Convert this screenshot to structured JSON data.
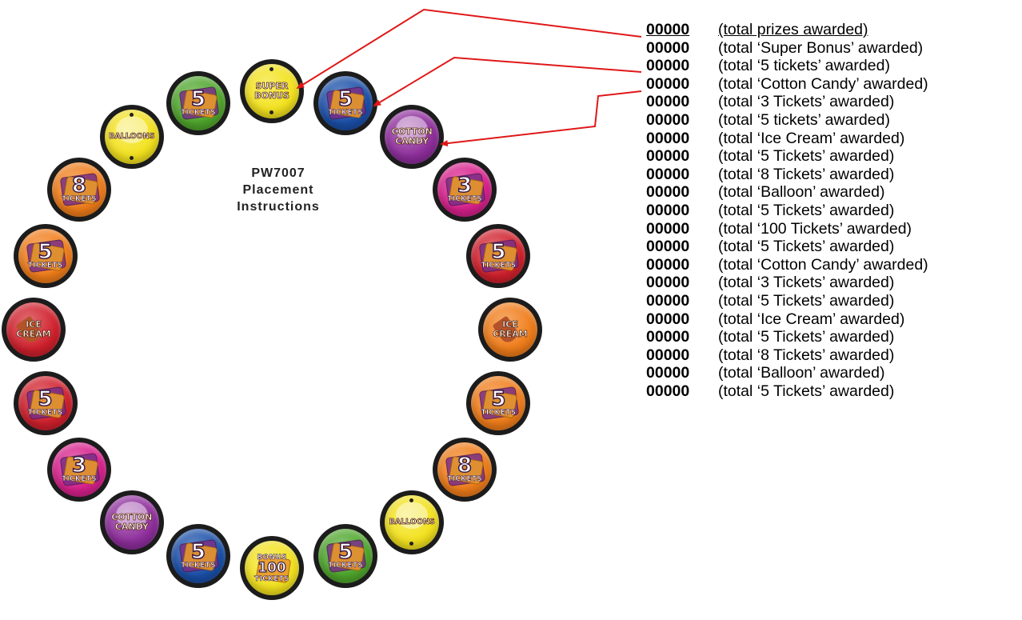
{
  "title": {
    "line1": "PW7007",
    "line2": "Placement",
    "line3": "Instructions"
  },
  "colors": {
    "arrow": "#e01818",
    "yellow": "#f3e21e",
    "blue": "#1a4fa8",
    "purple": "#8e2e9c",
    "magenta": "#d8208c",
    "red": "#d0202c",
    "orange": "#f07d1a",
    "green": "#4fa62c"
  },
  "badges": [
    {
      "id": "super-bonus",
      "bg": "yellow",
      "kind": "words",
      "text": [
        "SUPER",
        "BONUS"
      ]
    },
    {
      "id": "5-tickets",
      "bg": "blue",
      "kind": "tickets",
      "num": "5",
      "sub": "TICKETS"
    },
    {
      "id": "cotton-candy",
      "bg": "purple",
      "kind": "words",
      "text": [
        "COTTON",
        "CANDY"
      ]
    },
    {
      "id": "3-tickets",
      "bg": "magenta",
      "kind": "tickets",
      "num": "3",
      "sub": "TICKETS"
    },
    {
      "id": "5-tickets",
      "bg": "red",
      "kind": "tickets",
      "num": "5",
      "sub": "TICKETS"
    },
    {
      "id": "ice-cream",
      "bg": "orange",
      "kind": "words",
      "text": [
        "ICE",
        "CREAM"
      ]
    },
    {
      "id": "5-tickets",
      "bg": "orange",
      "kind": "tickets",
      "num": "5",
      "sub": "TICKETS"
    },
    {
      "id": "8-tickets",
      "bg": "orange",
      "kind": "tickets",
      "num": "8",
      "sub": "TICKETS"
    },
    {
      "id": "balloons",
      "bg": "yellow",
      "kind": "words",
      "text": [
        "BALLOONS"
      ]
    },
    {
      "id": "5-tickets",
      "bg": "green",
      "kind": "tickets",
      "num": "5",
      "sub": "TICKETS"
    },
    {
      "id": "bonus-100-tickets",
      "bg": "yellow",
      "kind": "bonus",
      "top": "BONUS",
      "num": "100",
      "sub": "TICKETS"
    },
    {
      "id": "5-tickets",
      "bg": "blue",
      "kind": "tickets",
      "num": "5",
      "sub": "TICKETS"
    },
    {
      "id": "cotton-candy",
      "bg": "purple",
      "kind": "words",
      "text": [
        "COTTON",
        "CANDY"
      ]
    },
    {
      "id": "3-tickets",
      "bg": "magenta",
      "kind": "tickets",
      "num": "3",
      "sub": "TICKETS"
    },
    {
      "id": "5-tickets",
      "bg": "red",
      "kind": "tickets",
      "num": "5",
      "sub": "TICKETS"
    },
    {
      "id": "ice-cream",
      "bg": "red",
      "kind": "words",
      "text": [
        "ICE",
        "CREAM"
      ]
    },
    {
      "id": "5-tickets",
      "bg": "orange",
      "kind": "tickets",
      "num": "5",
      "sub": "TICKETS"
    },
    {
      "id": "8-tickets",
      "bg": "orange",
      "kind": "tickets",
      "num": "8",
      "sub": "TICKETS"
    },
    {
      "id": "balloons",
      "bg": "yellow",
      "kind": "words",
      "text": [
        "BALLOONS"
      ]
    },
    {
      "id": "5-tickets",
      "bg": "green",
      "kind": "tickets",
      "num": "5",
      "sub": "TICKETS"
    }
  ],
  "counters": [
    {
      "count": "00000",
      "label": "(total prizes awarded)"
    },
    {
      "count": "00000",
      "label": "(total ‘Super Bonus’ awarded)"
    },
    {
      "count": "00000",
      "label": "(total ‘5 tickets’ awarded)"
    },
    {
      "count": "00000",
      "label": "(total ‘Cotton Candy’ awarded)"
    },
    {
      "count": "00000",
      "label": "(total ‘3 Tickets’ awarded)"
    },
    {
      "count": "00000",
      "label": "(total ‘5 tickets’ awarded)"
    },
    {
      "count": "00000",
      "label": "(total ‘Ice Cream’ awarded)"
    },
    {
      "count": "00000",
      "label": "(total ‘5 Tickets’ awarded)"
    },
    {
      "count": "00000",
      "label": "(total ‘8 Tickets’ awarded)"
    },
    {
      "count": "00000",
      "label": "(total ‘Balloon’ awarded)"
    },
    {
      "count": "00000",
      "label": "(total ‘5 Tickets’ awarded)"
    },
    {
      "count": "00000",
      "label": "(total ‘100 Tickets’ awarded)"
    },
    {
      "count": "00000",
      "label": "(total ‘5 Tickets’ awarded)"
    },
    {
      "count": "00000",
      "label": "(total ‘Cotton Candy’ awarded)"
    },
    {
      "count": "00000",
      "label": "(total ‘3 Tickets’ awarded)"
    },
    {
      "count": "00000",
      "label": "(total ‘5 Tickets’ awarded)"
    },
    {
      "count": "00000",
      "label": "(total ‘Ice Cream’ awarded)"
    },
    {
      "count": "00000",
      "label": "(total ‘5 Tickets’ awarded)"
    },
    {
      "count": "00000",
      "label": "(total ‘8 Tickets’ awarded)"
    },
    {
      "count": "00000",
      "label": "(total ‘Balloon’ awarded)"
    },
    {
      "count": "00000",
      "label": "(total ‘5 Tickets’ awarded)"
    }
  ]
}
